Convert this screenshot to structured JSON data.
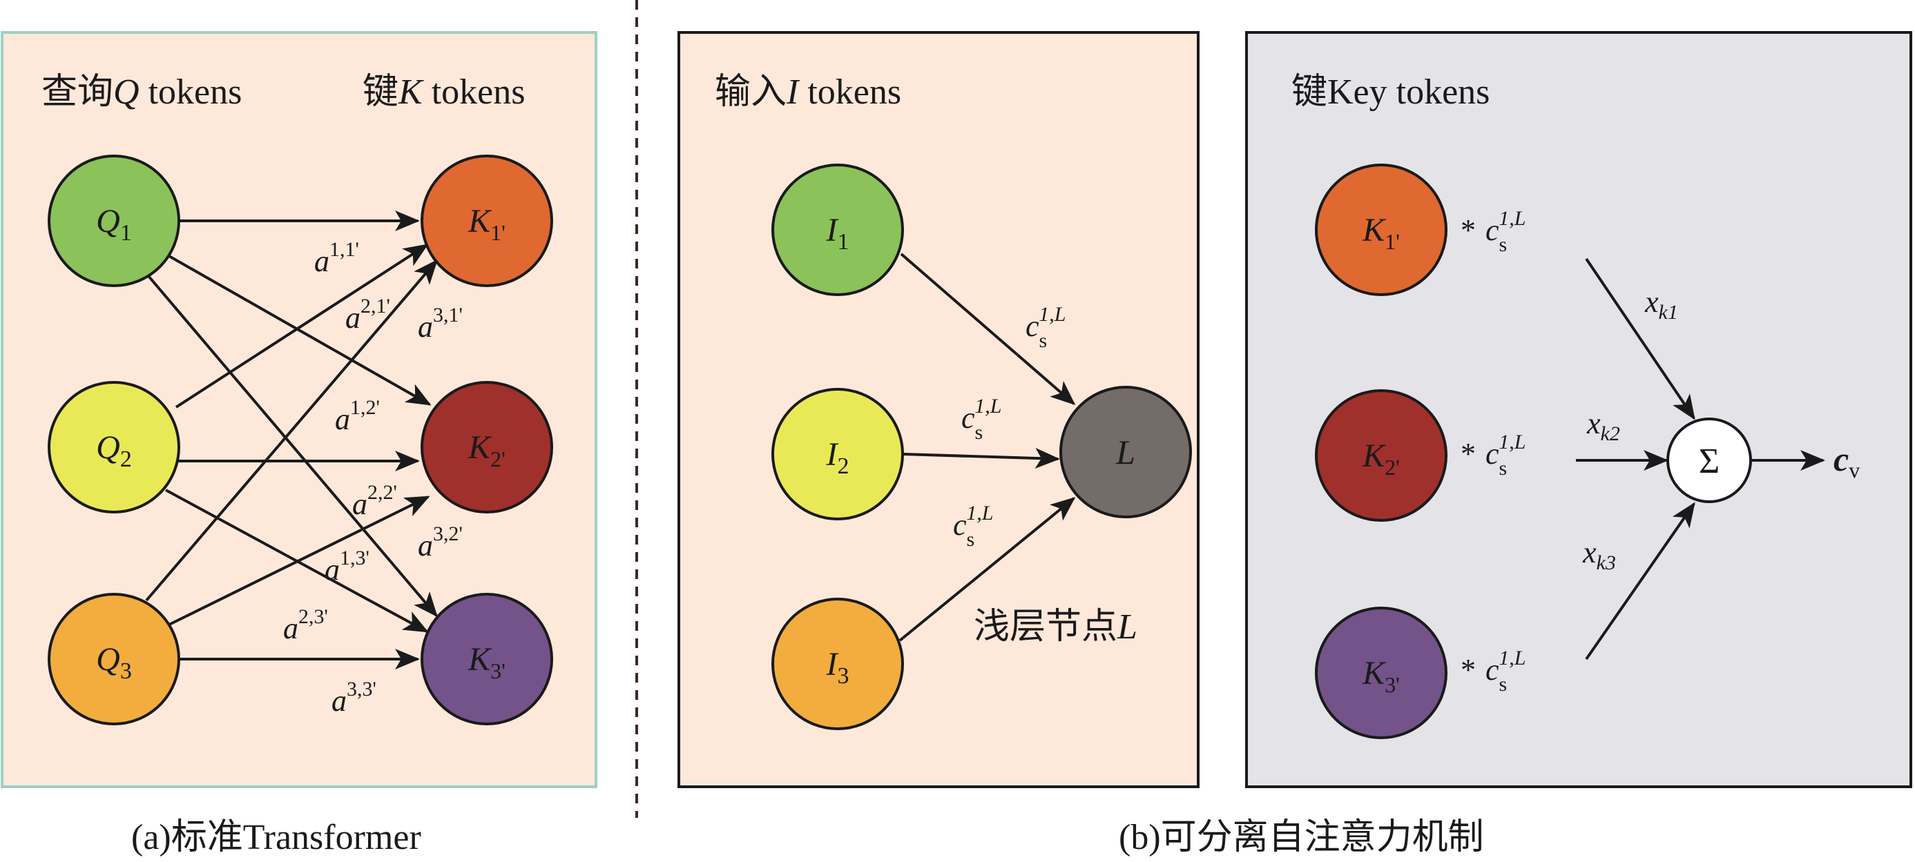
{
  "panel_a": {
    "header_left": "查询",
    "header_left_var": "Q",
    "header_left_suffix": " tokens",
    "header_right": "键",
    "header_right_var": "K",
    "header_right_suffix": " tokens",
    "caption": "(a)标准Transformer",
    "queries": [
      {
        "var": "Q",
        "sub": "1",
        "color": "#8BC25A"
      },
      {
        "var": "Q",
        "sub": "2",
        "color": "#E9E957"
      },
      {
        "var": "Q",
        "sub": "3",
        "color": "#F2AD3E"
      }
    ],
    "keys": [
      {
        "var": "K",
        "sub": "1'",
        "color": "#DF6930"
      },
      {
        "var": "K",
        "sub": "2'",
        "color": "#A0302C"
      },
      {
        "var": "K",
        "sub": "3'",
        "color": "#73538A"
      }
    ],
    "weights": [
      {
        "base": "a",
        "sup": "1,1'"
      },
      {
        "base": "a",
        "sup": "2,1'"
      },
      {
        "base": "a",
        "sup": "3,1'"
      },
      {
        "base": "a",
        "sup": "1,2'"
      },
      {
        "base": "a",
        "sup": "2,2'"
      },
      {
        "base": "a",
        "sup": "3,2'"
      },
      {
        "base": "a",
        "sup": "1,3'"
      },
      {
        "base": "a",
        "sup": "2,3'"
      },
      {
        "base": "a",
        "sup": "3,3'"
      }
    ]
  },
  "panel_b1": {
    "header": "输入",
    "header_var": "I",
    "header_suffix": "  tokens",
    "inputs": [
      {
        "var": "I",
        "sub": "1",
        "color": "#8BC25A"
      },
      {
        "var": "I",
        "sub": "2",
        "color": "#E9E957"
      },
      {
        "var": "I",
        "sub": "3",
        "color": "#F2AD3E"
      }
    ],
    "node": {
      "var": "L",
      "color": "#736C69"
    },
    "edge_label": {
      "base": "c",
      "sub": "s",
      "sup": "1,L"
    },
    "node_caption": "浅层节点",
    "node_caption_var": "L"
  },
  "panel_b2": {
    "header": "键Key tokens",
    "keys": [
      {
        "var": "K",
        "sub": "1'",
        "color": "#DF6930"
      },
      {
        "var": "K",
        "sub": "2'",
        "color": "#A0302C"
      },
      {
        "var": "K",
        "sub": "3'",
        "color": "#73538A"
      }
    ],
    "multiplier": "*",
    "coef": {
      "base": "c",
      "sub": "s",
      "sup": "1,L"
    },
    "inputs": [
      {
        "base": "x",
        "sub": "k1"
      },
      {
        "base": "x",
        "sub": "k2"
      },
      {
        "base": "x",
        "sub": "k3"
      }
    ],
    "sum_symbol": "Σ",
    "output": {
      "base": "c",
      "sub": "v"
    }
  },
  "caption_b": "(b)可分离自注意力机制",
  "colors": {
    "panel_peach": "#FEE8DA",
    "panel_gray": "#E4E3E7",
    "panel_a_border": "#9ED0C2",
    "stroke": "#1a1a1a"
  }
}
